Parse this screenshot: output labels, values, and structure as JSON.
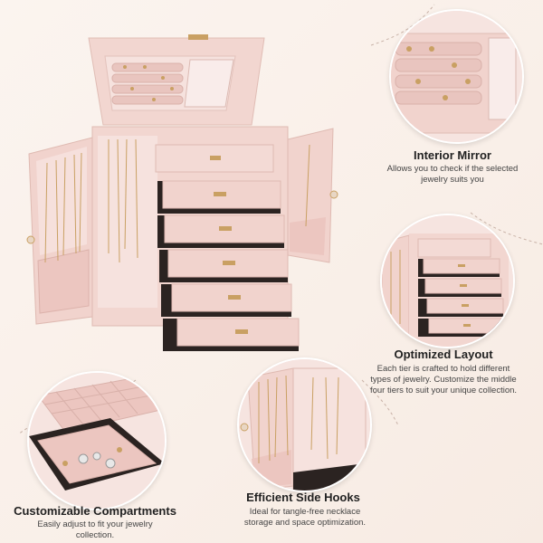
{
  "features": {
    "mirror": {
      "title": "Interior Mirror",
      "desc": "Allows you to check if the selected jewelry suits you"
    },
    "layout": {
      "title": "Optimized Layout",
      "desc": "Each tier is crafted to hold different types of jewelry. Customize the middle four tiers to suit your unique collection."
    },
    "compartments": {
      "title": "Customizable Compartments",
      "desc": "Easily adjust to fit your jewelry collection."
    },
    "hooks": {
      "title": "Efficient Side Hooks",
      "desc": "Ideal for tangle-free necklace storage and space optimization."
    }
  },
  "colors": {
    "pink": "#f1d3cd",
    "pink_dark": "#e3b8b0",
    "velvet": "#ecc6c0",
    "gold": "#c9a063",
    "dark": "#2b2321"
  }
}
